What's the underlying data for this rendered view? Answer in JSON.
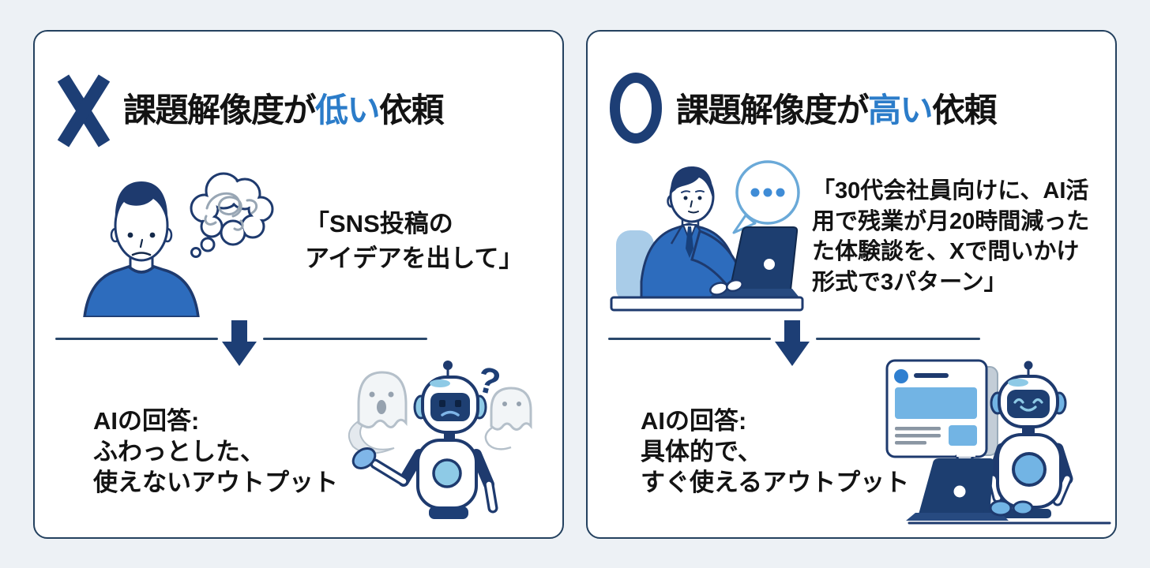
{
  "colors": {
    "background": "#edf1f5",
    "panel_bg": "#ffffff",
    "panel_border": "#24415f",
    "mark_navy": "#1d3e75",
    "highlight_blue": "#2b7cc9",
    "text_black": "#131313",
    "divider_navy": "#2a486b",
    "illustration_navy": "#1e3a6e",
    "illustration_blue": "#2d6cbd",
    "illustration_light_blue": "#7fb6e8",
    "ghost_gray": "#b5c0ca"
  },
  "panels": {
    "bad": {
      "mark_symbol": "✕",
      "title": {
        "prefix": "課題解像度が",
        "highlight": "低い",
        "suffix": "依頼"
      },
      "request_quote": {
        "line1": "「SNS投稿の",
        "line2": "アイデアを出して」"
      },
      "result": {
        "line1": "AIの回答:",
        "line2": "ふわっとした、",
        "line3": "使えないアウトプット"
      },
      "question_mark": "?"
    },
    "good": {
      "mark_symbol": "◯",
      "title": {
        "prefix": "課題解像度が",
        "highlight": "高い",
        "suffix": "依頼"
      },
      "request_quote": {
        "line1": "「30代会社員向けに、AI活",
        "line2": "用で残業が月20時間減った",
        "line3": "た体験談を、Xで問いかけ",
        "line4": "形式で3パターン」"
      },
      "result": {
        "line1": "AIの回答:",
        "line2": "具体的で、",
        "line3": "すぐ使えるアウトプット"
      }
    }
  },
  "icons": {
    "bad_mark": "cross-icon",
    "good_mark": "circle-icon",
    "flow_arrow": "down-arrow-icon",
    "bad_person": "thinking-person-icon",
    "bad_thought": "tangled-thought-bubble-icon",
    "bad_robot": "confused-robot-icon",
    "bad_ghosts": "ghost-icon",
    "good_person": "businessman-laptop-icon",
    "good_speech": "typing-dots-speech-bubble-icon",
    "good_robot": "happy-robot-laptop-icon",
    "good_card": "social-post-card-icon"
  }
}
